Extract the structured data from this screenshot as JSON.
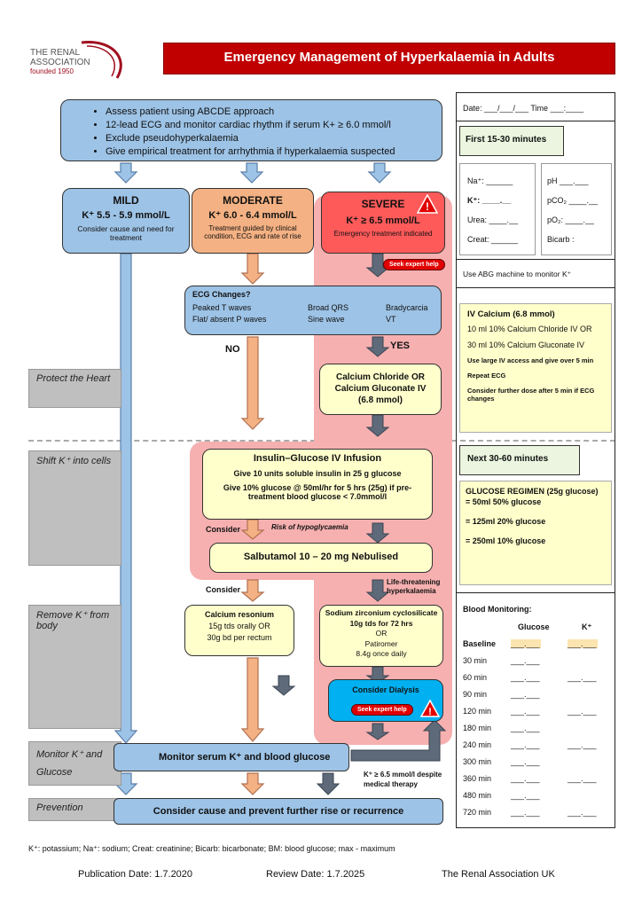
{
  "logo": {
    "line1": "THE RENAL",
    "line2": "ASSOCIATION",
    "line3": "founded 1950"
  },
  "header": {
    "title": "Emergency Management of Hyperkalaemia in Adults"
  },
  "assess": {
    "items": [
      "Assess patient using ABCDE approach",
      "12-lead ECG and monitor cardiac rhythm if serum K+ ≥ 6.0 mmol/l",
      "Exclude pseudohyperkalaemia",
      "Give empirical treatment for arrhythmia if hyperkalaemia suspected"
    ]
  },
  "mild": {
    "title": "MILD",
    "range": "K⁺ 5.5 - 5.9 mmol/L",
    "note": "Consider cause and need for treatment"
  },
  "moderate": {
    "title": "MODERATE",
    "range": "K⁺ 6.0 - 6.4 mmol/L",
    "note": "Treatment guided by clinical condition, ECG and rate of rise"
  },
  "severe": {
    "title": "SEVERE",
    "range": "K⁺ ≥ 6.5 mmol/L",
    "note": "Emergency treatment indicated"
  },
  "seek_expert": "Seek expert help",
  "ecg": {
    "title": "ECG Changes?",
    "col1": [
      "Peaked T waves",
      "Flat/ absent P waves"
    ],
    "col2": [
      "Broad QRS",
      "Sine wave"
    ],
    "col3": [
      "Bradycarcia",
      "VT"
    ]
  },
  "no_label": "NO",
  "yes_label": "YES",
  "calcium_box": {
    "line1": "Calcium Chloride OR",
    "line2": "Calcium Gluconate IV",
    "line3": "(6.8 mmol)"
  },
  "stages": {
    "protect": "Protect the Heart",
    "shift": "Shift K⁺ into cells",
    "remove": "Remove K⁺ from body",
    "monitor": "Monitor K⁺ and Glucose",
    "prevention": "Prevention"
  },
  "insulin": {
    "title": "Insulin–Glucose IV Infusion",
    "line1": "Give 10 units soluble insulin in 25 g glucose",
    "line2": "Give 10% glucose @ 50ml/hr for 5 hrs (25g) if pre-treatment blood glucose < 7.0mmol/l"
  },
  "consider1": "Consider",
  "risk_hypo": "Risk of hypoglycaemia",
  "salbutamol": "Salbutamol 10 – 20 mg Nebulised",
  "consider2": "Consider",
  "life_threat": "Life-threatening hyperkalaemia",
  "resonium": {
    "title": "Calcium resonium",
    "line1": "15g tds orally OR",
    "line2": "30g bd per rectum"
  },
  "zirconium": {
    "title": "Sodium zirconium cyclosilicate",
    "line1": "10g tds for 72 hrs",
    "line2": "OR",
    "line3": "Patiromer",
    "line4": "8.4g once daily"
  },
  "dialysis": "Consider Dialysis",
  "monitor_box": "Monitor serum K⁺ and blood glucose",
  "despite": "K⁺ ≥ 6.5 mmol/l despite medical therapy",
  "prevent_box": "Consider cause and prevent further rise or recurrence",
  "side": {
    "date_line": "Date: ___/___/___  Time ___:____",
    "first": "First 15-30 minutes",
    "labs_left": [
      "Na⁺: ______",
      "K⁺:  ____.__",
      "Urea: ____.__",
      "Creat: ______"
    ],
    "labs_right": [
      "pH     ___.___",
      "pCO₂   ____.__",
      "pO₂:   ____.__",
      "Bicarb :"
    ],
    "abg": "Use ABG machine to monitor K⁺",
    "iv_title": "IV Calcium (6.8 mmol)",
    "iv_lines": [
      "10 ml 10% Calcium Chloride IV OR",
      "30 ml 10% Calcium Gluconate IV"
    ],
    "iv_small": [
      "Use large IV access and give over 5 min",
      "Repeat ECG",
      "Consider further dose after 5 min if ECG changes"
    ],
    "next": "Next 30-60 minutes",
    "glucose_title": "GLUCOSE REGIMEN (25g glucose)",
    "glucose_lines": [
      "= 50ml 50% glucose",
      "= 125ml 20% glucose",
      "= 250ml 10% glucose"
    ],
    "bm_title": "Blood Monitoring:",
    "bm_head": [
      "Glucose",
      "K⁺"
    ],
    "bm_rows": [
      "Baseline",
      "30 min",
      "60 min",
      "90 min",
      "120 min",
      "180 min",
      "240 min",
      "300 min",
      "360 min",
      "480 min",
      "720 min"
    ],
    "bm_blank": "___.___"
  },
  "footnote": "K⁺: potassium; Na⁺: sodium; Creat: creatinine; Bicarb: bicarbonate; BM: blood glucose; max - maximum",
  "footer": {
    "pub": "Publication Date: 1.7.2020",
    "review": "Review Date: 1.7.2025",
    "org": "The Renal Association UK"
  },
  "colors": {
    "header_red": "#c00000",
    "blue": "#9dc3e6",
    "orange": "#f4b183",
    "red": "#ff5a5a",
    "yellow": "#ffffcc",
    "pink": "#f6b0b0"
  }
}
